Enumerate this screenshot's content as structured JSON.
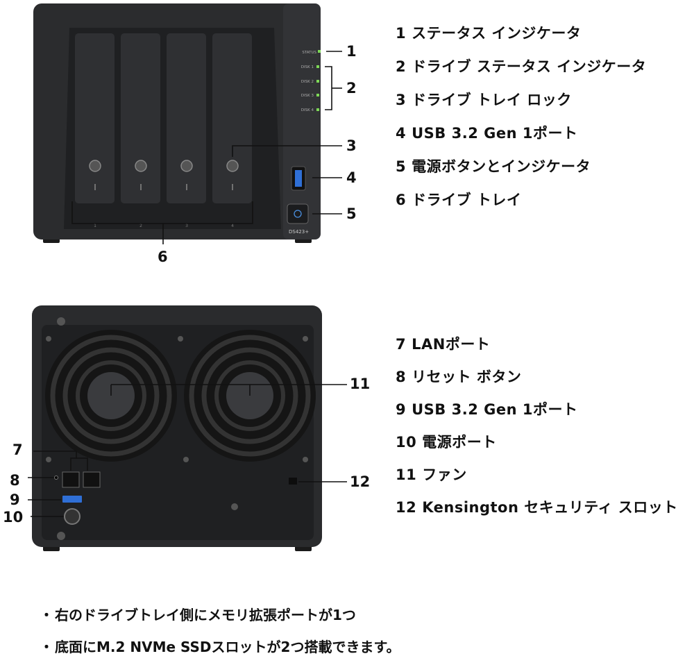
{
  "front": {
    "led_labels": [
      "STATUS",
      "DISK 1",
      "DISK 2",
      "DISK 3",
      "DISK 4"
    ],
    "model": "DS423+",
    "bay_numbers": [
      "1",
      "2",
      "3",
      "4"
    ],
    "callouts": [
      "1",
      "2",
      "3",
      "4",
      "5",
      "6"
    ]
  },
  "back": {
    "callouts": [
      "7",
      "8",
      "9",
      "10",
      "11",
      "12"
    ]
  },
  "legend_front": [
    {
      "num": "1",
      "label": "ステータス インジケータ"
    },
    {
      "num": "2",
      "label": "ドライブ ステータス インジケータ"
    },
    {
      "num": "3",
      "label": "ドライブ トレイ ロック"
    },
    {
      "num": "4",
      "label": "USB 3.2 Gen  1ポート"
    },
    {
      "num": "5",
      "label": "電源ボタンとインジケータ"
    },
    {
      "num": "6",
      "label": "ドライブ トレイ"
    }
  ],
  "legend_back": [
    {
      "num": "7",
      "label": "LANポート"
    },
    {
      "num": "8",
      "label": "リセット ボタン"
    },
    {
      "num": "9",
      "label": "USB 3.2 Gen  1ポート"
    },
    {
      "num": "10",
      "label": "電源ポート"
    },
    {
      "num": "11",
      "label": "ファン"
    },
    {
      "num": "12",
      "label": "Kensington セキュリティ スロット"
    }
  ],
  "notes": [
    {
      "bullet": "・",
      "text": "右のドライブトレイ側にメモリ拡張ポートが1つ"
    },
    {
      "bullet": "・",
      "text": "底面にM.2 NVMe SSDスロットが2つ搭載できます。"
    }
  ],
  "colors": {
    "body": "#2b2c2e",
    "led": "#7ed957",
    "usb": "#2f6fd6",
    "accent": "#111111"
  }
}
